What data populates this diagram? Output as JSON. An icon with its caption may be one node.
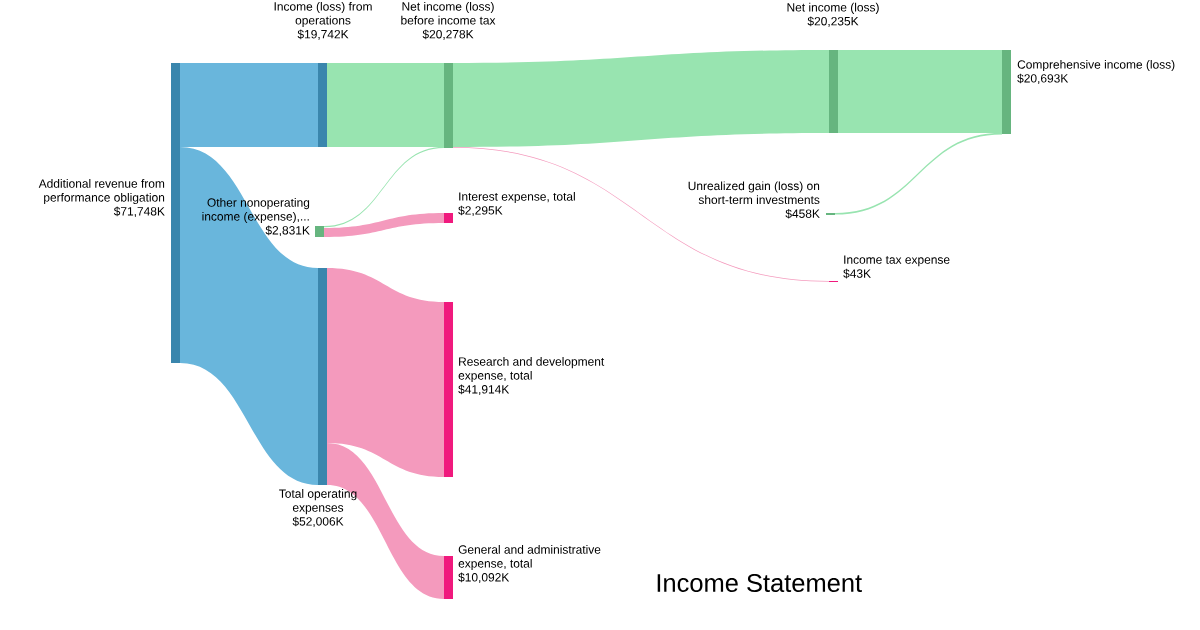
{
  "diagram": {
    "title": "Income Statement",
    "nodes": [
      {
        "text": [
          "Additional revenue from performance obligation",
          "$71,748K"
        ]
      },
      {
        "text": [
          "Income (loss) from operations",
          "$19,742K"
        ]
      },
      {
        "text": [
          "Total operating expenses",
          "$52,006K"
        ]
      },
      {
        "text": [
          "Other nonoperating income (expense),...",
          "$2,831K"
        ]
      },
      {
        "text": [
          "Net income (loss) before income tax",
          "$20,278K"
        ]
      },
      {
        "text": [
          "Interest expense, total",
          "$2,295K"
        ]
      },
      {
        "text": [
          "Research and development expense, total",
          "$41,914K"
        ]
      },
      {
        "text": [
          "General and administrative expense, total",
          "$10,092K"
        ]
      },
      {
        "text": [
          "Net income (loss)",
          "$20,235K"
        ]
      },
      {
        "text": [
          "Income tax expense",
          "$43K"
        ]
      },
      {
        "text": [
          "Unrealized gain (loss) on short-term investments",
          "$458K"
        ]
      },
      {
        "text": [
          "Comprehensive income (loss)",
          "$20,693K"
        ]
      }
    ],
    "edges": [
      {
        "from": 0,
        "to": 1,
        "arrow": "none",
        "color": "#69b6dc"
      },
      {
        "from": 0,
        "to": 2,
        "arrow": "none",
        "color": "#69b6dc"
      },
      {
        "from": 1,
        "to": 4,
        "arrow": "none"
      },
      {
        "from": 3,
        "to": 4,
        "arrow": "none"
      },
      {
        "from": 3,
        "to": 5,
        "arrow": "none",
        "color": "#f49abd"
      },
      {
        "from": 2,
        "to": 6,
        "arrow": "none",
        "color": "#f49abd"
      },
      {
        "from": 2,
        "to": 7,
        "arrow": "none",
        "color": "#f49abd"
      },
      {
        "from": 4,
        "to": 8,
        "arrow": "none"
      },
      {
        "from": 4,
        "to": 9,
        "arrow": "none",
        "color": "#f49abd"
      },
      {
        "from": 8,
        "to": 11,
        "arrow": "none"
      },
      {
        "from": 10,
        "to": 11,
        "arrow": "none"
      }
    ]
  }
}
